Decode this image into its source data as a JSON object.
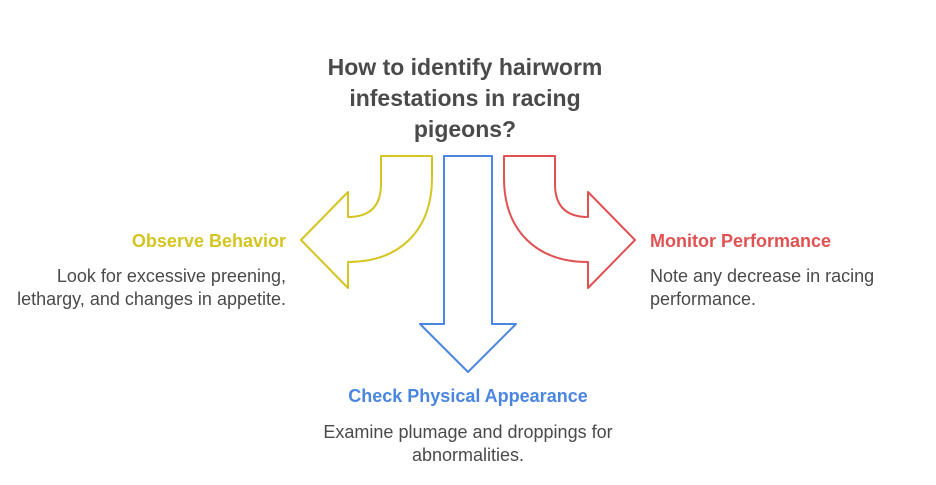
{
  "title": "How to identify hairworm infestations in racing pigeons?",
  "colors": {
    "left": "#d4c520",
    "center": "#4a86e0",
    "right": "#e05252",
    "text": "#4a4a4a"
  },
  "items": {
    "left": {
      "heading": "Observe Behavior",
      "text": "Look for excessive preening, lethargy, and changes in appetite."
    },
    "center": {
      "heading": "Check Physical Appearance",
      "text": "Examine plumage and droppings for abnormalities."
    },
    "right": {
      "heading": "Monitor Performance",
      "text": "Note any decrease in racing performance."
    }
  }
}
